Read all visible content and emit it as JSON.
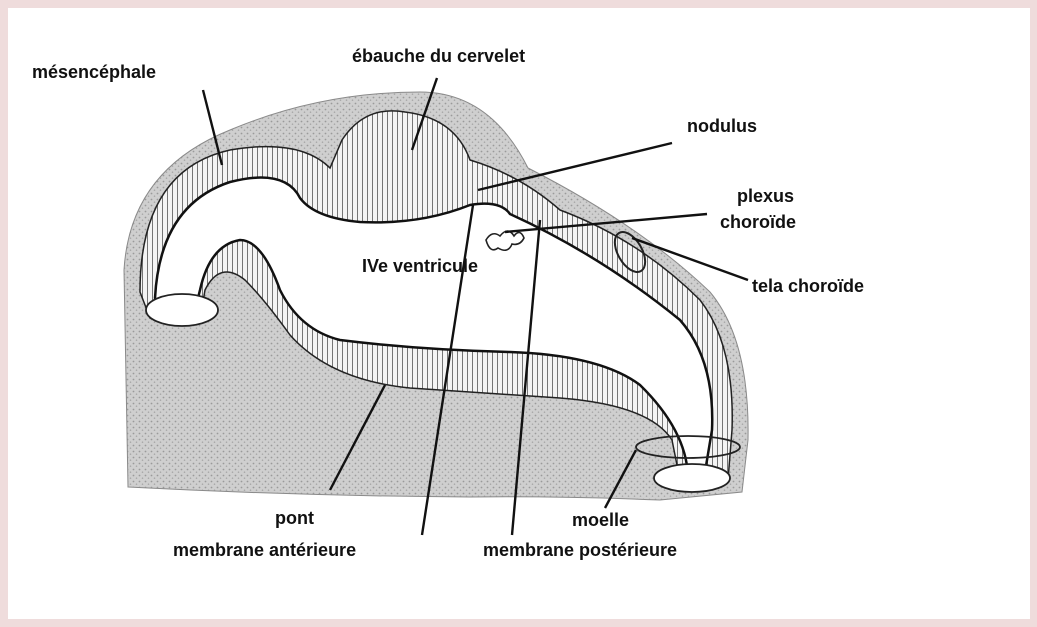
{
  "labels": {
    "mesencephale": "mésencéphale",
    "ebauche_cervelet": "ébauche du cervelet",
    "nodulus": "nodulus",
    "plexus_line1": "plexus",
    "plexus_line2": "choroïde",
    "tela_choroide": "tela choroïde",
    "ventricule": "IVe ventricule",
    "pont": "pont",
    "membrane_anterieure": "membrane antérieure",
    "moelle": "moelle",
    "membrane_posterieure": "membrane postérieure"
  }
}
